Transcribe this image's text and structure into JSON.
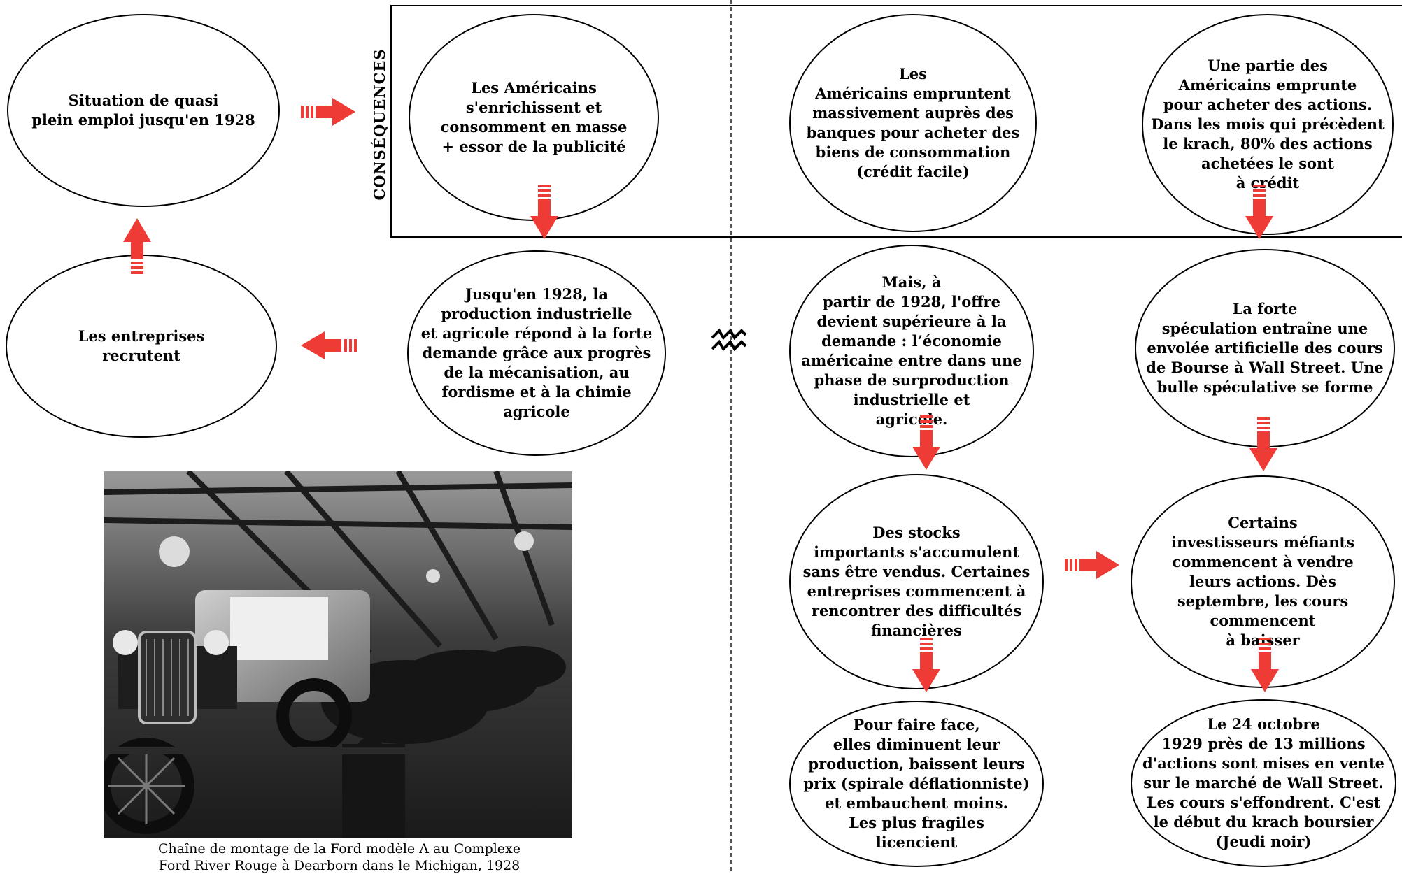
{
  "consequences_label": "CONSÉQUENCES",
  "nodes": {
    "full_employment": "Situation de quasi\nplein emploi jusqu'en 1928",
    "enrich": "Les Américains\ns'enrichissent  et\nconsomment en masse\n+ essor de la publicité",
    "borrow_goods": "Les\nAméricains empruntent\nmassivement auprès des\nbanques pour acheter des\nbiens de consommation\n(crédit facile)",
    "borrow_stocks": "Une partie des\nAméricains emprunte\npour acheter des actions.\nDans les mois qui précèdent\nle krach, 80% des actions\nachetées le sont\nà crédit",
    "hire": "Les entreprises\nrecrutent",
    "production": "Jusqu'en 1928, la\nproduction industrielle\net agricole répond à la forte\ndemande grâce aux progrès\nde la mécanisation, au\nfordisme et à la chimie\nagricole",
    "overproduction": "Mais, à\npartir de 1928, l'offre\ndevient supérieure à la\ndemande : l’économie\naméricaine entre dans une\nphase de surproduction\nindustrielle et\nagricole.",
    "speculation": "La  forte\nspéculation entraîne une\nenvolée artificielle des cours\nde Bourse à Wall Street. Une\nbulle spéculative se forme",
    "stocks": "Des stocks\nimportants s'accumulent\nsans être vendus. Certaines\nentreprises commencent à\nrencontrer des difficultés\nfinancières",
    "sell": "Certains\ninvestisseurs méfiants\ncommencent à vendre\nleurs actions. Dès\nseptembre, les cours\ncommencent\nà baisser",
    "cut": "Pour faire face,\nelles diminuent leur\nproduction, baissent leurs\nprix (spirale déflationniste)\net embauchent moins.\nLes plus fragiles\nlicencient",
    "krach": "Le 24 octobre\n1929 près de 13 millions\nd'actions sont mises en vente\nsur le marché de Wall Street.\nLes cours s'effondrent. C'est\nle début du krach boursier\n(Jeudi noir)"
  },
  "photo": {
    "caption": "Chaîne de montage de la Ford modèle A au Complexe\nFord River Rouge à Dearborn dans le Michigan, 1928"
  },
  "colors": {
    "arrow": "#ef3b36",
    "line": "#000000",
    "divider": "#555555"
  }
}
